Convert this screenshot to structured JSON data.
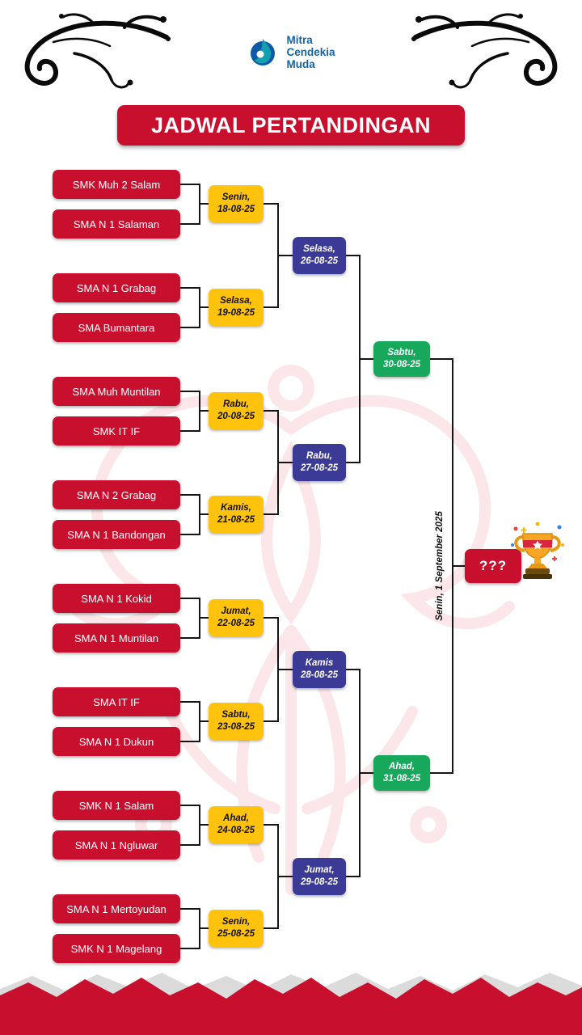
{
  "logo": {
    "lines": [
      "Mitra",
      "Cendekia",
      "Muda"
    ]
  },
  "title": "JADWAL PERTANDINGAN",
  "bracket": {
    "round1": [
      {
        "team_a": "SMK Muh 2 Salam",
        "team_b": "SMA N 1 Salaman",
        "day": "Senin,",
        "date": "18-08-25"
      },
      {
        "team_a": "SMA N 1 Grabag",
        "team_b": "SMA Bumantara",
        "day": "Selasa,",
        "date": "19-08-25"
      },
      {
        "team_a": "SMA Muh Muntilan",
        "team_b": "SMK IT IF",
        "day": "Rabu,",
        "date": "20-08-25"
      },
      {
        "team_a": "SMA N 2 Grabag",
        "team_b": "SMA N 1 Bandongan",
        "day": "Kamis,",
        "date": "21-08-25"
      },
      {
        "team_a": "SMA N 1 Kokid",
        "team_b": "SMA N 1 Muntilan",
        "day": "Jumat,",
        "date": "22-08-25"
      },
      {
        "team_a": "SMA IT IF",
        "team_b": "SMA N 1 Dukun",
        "day": "Sabtu,",
        "date": "23-08-25"
      },
      {
        "team_a": "SMK N 1 Salam",
        "team_b": "SMA N 1 Ngluwar",
        "day": "Ahad,",
        "date": "24-08-25"
      },
      {
        "team_a": "SMA N 1 Mertoyudan",
        "team_b": "SMK N 1 Magelang",
        "day": "Senin,",
        "date": "25-08-25"
      }
    ],
    "round2": [
      {
        "day": "Selasa,",
        "date": "26-08-25"
      },
      {
        "day": "Rabu,",
        "date": "27-08-25"
      },
      {
        "day": "Kamis",
        "date": "28-08-25"
      },
      {
        "day": "Jumat,",
        "date": "29-08-25"
      }
    ],
    "semifinals": [
      {
        "day": "Sabtu,",
        "date": "30-08-25"
      },
      {
        "day": "Ahad,",
        "date": "31-08-25"
      }
    ],
    "final": {
      "date_label": "Senin, 1 September 2025",
      "winner_placeholder": "???"
    }
  },
  "colors": {
    "red": "#C8102E",
    "yellow": "#FFC20D",
    "blue": "#3B3A96",
    "green": "#18A85B",
    "logo_blue": "#1464A5"
  }
}
